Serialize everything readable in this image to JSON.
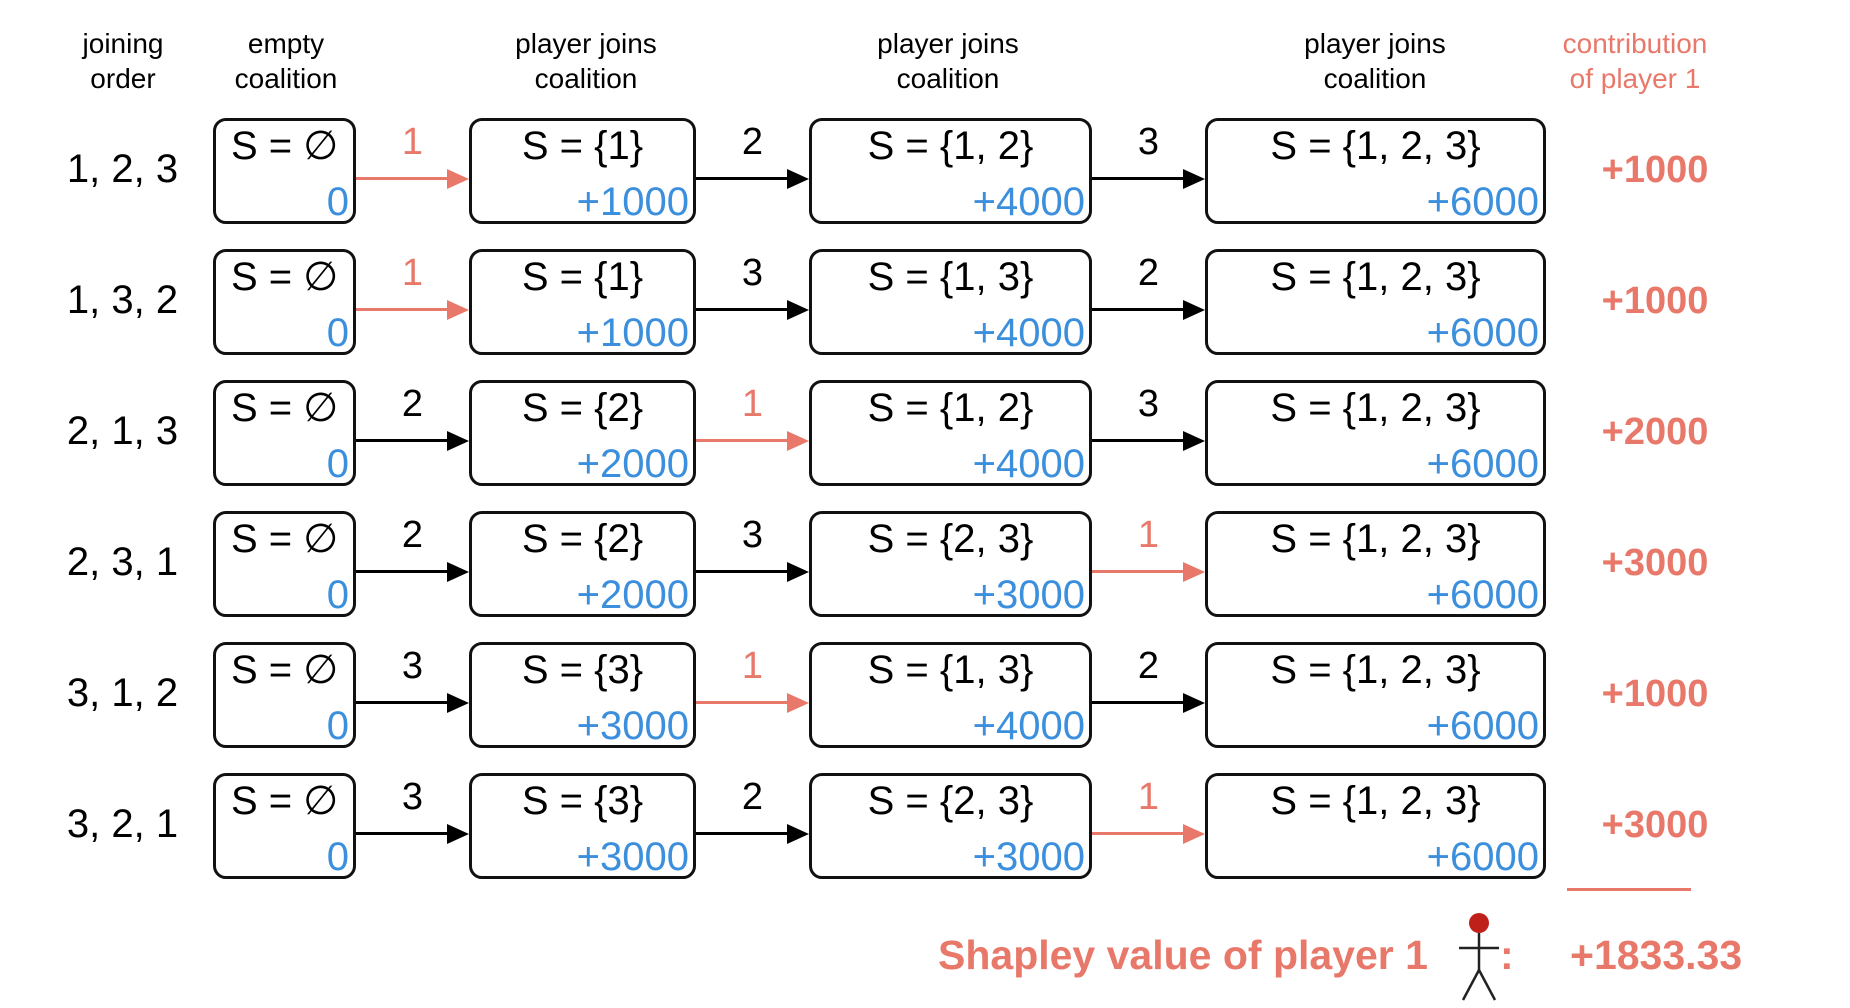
{
  "headers": [
    {
      "text": "joining\norder",
      "highlight": false
    },
    {
      "text": "empty\ncoalition",
      "highlight": false
    },
    {
      "text": "player joins\ncoalition",
      "highlight": false
    },
    {
      "text": "player joins\ncoalition",
      "highlight": false
    },
    {
      "text": "player joins\ncoalition",
      "highlight": false
    },
    {
      "text": "contribution\nof player 1",
      "highlight": true
    }
  ],
  "rows": [
    {
      "order": "1, 2, 3",
      "coalitions": [
        {
          "set": "S = ∅",
          "value": "0"
        },
        {
          "set": "S = {1}",
          "value": "+1000"
        },
        {
          "set": "S = {1, 2}",
          "value": "+4000"
        },
        {
          "set": "S = {1, 2, 3}",
          "value": "+6000"
        }
      ],
      "edges": [
        {
          "label": "1",
          "highlight": true
        },
        {
          "label": "2",
          "highlight": false
        },
        {
          "label": "3",
          "highlight": false
        }
      ],
      "contribution": "+1000"
    },
    {
      "order": "1, 3, 2",
      "coalitions": [
        {
          "set": "S = ∅",
          "value": "0"
        },
        {
          "set": "S = {1}",
          "value": "+1000"
        },
        {
          "set": "S = {1, 3}",
          "value": "+4000"
        },
        {
          "set": "S = {1, 2, 3}",
          "value": "+6000"
        }
      ],
      "edges": [
        {
          "label": "1",
          "highlight": true
        },
        {
          "label": "3",
          "highlight": false
        },
        {
          "label": "2",
          "highlight": false
        }
      ],
      "contribution": "+1000"
    },
    {
      "order": "2, 1, 3",
      "coalitions": [
        {
          "set": "S = ∅",
          "value": "0"
        },
        {
          "set": "S = {2}",
          "value": "+2000"
        },
        {
          "set": "S = {1, 2}",
          "value": "+4000"
        },
        {
          "set": "S = {1, 2, 3}",
          "value": "+6000"
        }
      ],
      "edges": [
        {
          "label": "2",
          "highlight": false
        },
        {
          "label": "1",
          "highlight": true
        },
        {
          "label": "3",
          "highlight": false
        }
      ],
      "contribution": "+2000"
    },
    {
      "order": "2, 3, 1",
      "coalitions": [
        {
          "set": "S = ∅",
          "value": "0"
        },
        {
          "set": "S = {2}",
          "value": "+2000"
        },
        {
          "set": "S = {2, 3}",
          "value": "+3000"
        },
        {
          "set": "S = {1, 2, 3}",
          "value": "+6000"
        }
      ],
      "edges": [
        {
          "label": "2",
          "highlight": false
        },
        {
          "label": "3",
          "highlight": false
        },
        {
          "label": "1",
          "highlight": true
        }
      ],
      "contribution": "+3000"
    },
    {
      "order": "3, 1, 2",
      "coalitions": [
        {
          "set": "S = ∅",
          "value": "0"
        },
        {
          "set": "S = {3}",
          "value": "+3000"
        },
        {
          "set": "S = {1, 3}",
          "value": "+4000"
        },
        {
          "set": "S = {1, 2, 3}",
          "value": "+6000"
        }
      ],
      "edges": [
        {
          "label": "3",
          "highlight": false
        },
        {
          "label": "1",
          "highlight": true
        },
        {
          "label": "2",
          "highlight": false
        }
      ],
      "contribution": "+1000"
    },
    {
      "order": "3, 2, 1",
      "coalitions": [
        {
          "set": "S = ∅",
          "value": "0"
        },
        {
          "set": "S = {3}",
          "value": "+3000"
        },
        {
          "set": "S = {2, 3}",
          "value": "+3000"
        },
        {
          "set": "S = {1, 2, 3}",
          "value": "+6000"
        }
      ],
      "edges": [
        {
          "label": "3",
          "highlight": false
        },
        {
          "label": "2",
          "highlight": false
        },
        {
          "label": "1",
          "highlight": true
        }
      ],
      "contribution": "+3000"
    }
  ],
  "shapley": {
    "label": "Shapley value of player 1",
    "colon": ":",
    "value": "+1833.33",
    "icon": "stick-figure-icon"
  },
  "colors": {
    "highlight": "#e8786a",
    "value": "#3b8fdc",
    "ink": "#000000",
    "player_head": "#c0201a"
  }
}
